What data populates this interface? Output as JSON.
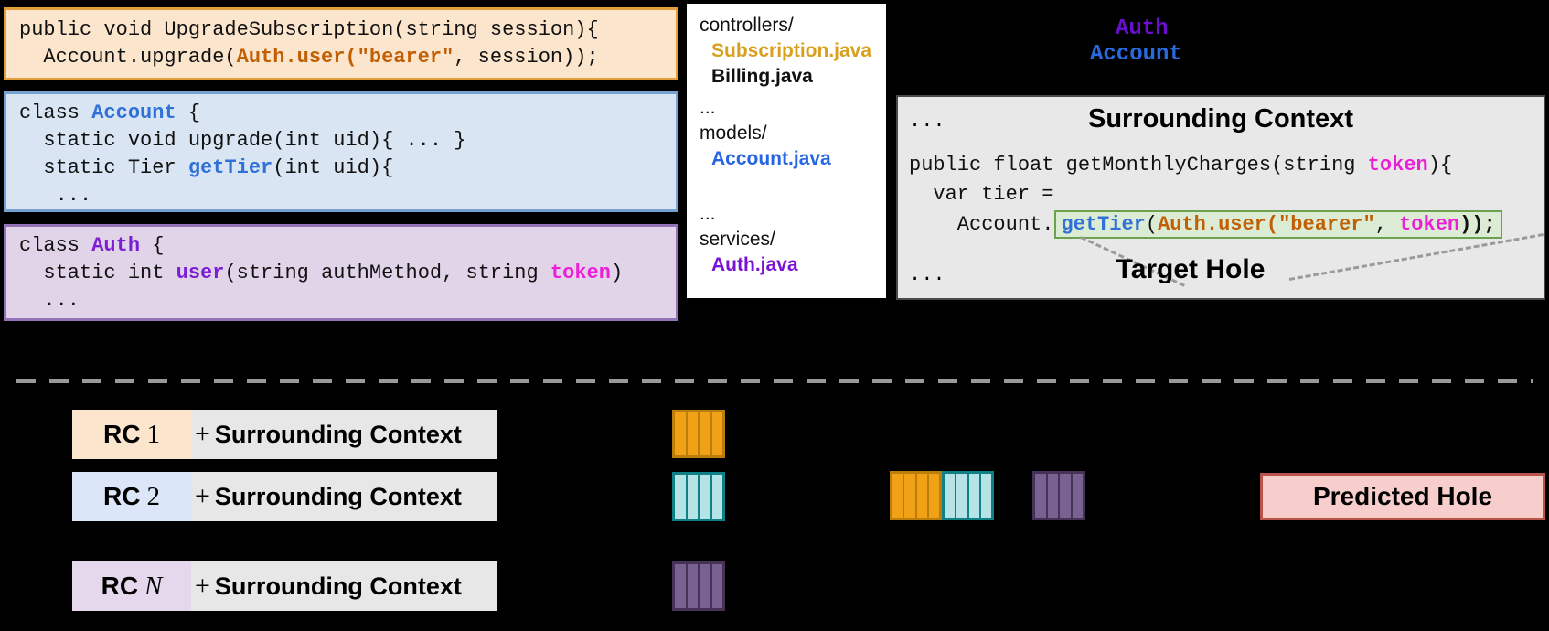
{
  "controller_box": {
    "line1": "public void UpgradeSubscription(string session){",
    "line2_pre": "  Account.upgrade(",
    "line2_highlight": "Auth.user(\"bearer\"",
    "line2_post": ", session));"
  },
  "account_box": {
    "kw_class": "class ",
    "name": "Account",
    "brace": " {",
    "line2": "  static void upgrade(int uid){ ... }",
    "line3_pre": "  static Tier ",
    "line3_method": "getTier",
    "line3_post": "(int uid){",
    "line4": "   ..."
  },
  "auth_box": {
    "kw_class": "class ",
    "name": "Auth",
    "brace": " {",
    "line2_pre": "  static int ",
    "line2_method": "user",
    "line2_mid": "(string authMethod, string ",
    "line2_token": "token",
    "line2_post": ")",
    "line3": "  ..."
  },
  "file_panel": {
    "items": [
      {
        "label": "controllers/"
      },
      {
        "label": "Subscription.java"
      },
      {
        "label": "Billing.java"
      },
      {
        "label": "..."
      },
      {
        "label": "models/"
      },
      {
        "label": "Account.java"
      },
      {
        "label": "..."
      },
      {
        "label": "services/"
      },
      {
        "label": "Auth.java"
      }
    ]
  },
  "class_labels": {
    "auth": "Auth",
    "account": "Account"
  },
  "surrounding": {
    "ellipsis_top": "...",
    "title": "Surrounding Context",
    "line1_pre": "public float getMonthlyCharges(string ",
    "line1_token": "token",
    "line1_post": "){",
    "line2": "  var tier =",
    "line3_pre": "    Account.",
    "hole_method": "getTier",
    "hole_paren": "(",
    "hole_call": "Auth.user(\"bearer\"",
    "hole_comma": ", ",
    "hole_token": "token",
    "hole_close": "));",
    "target_label": "Target Hole",
    "ellipsis_bottom": "..."
  },
  "bottom": {
    "rows": [
      {
        "rc": "RC",
        "num": "1",
        "plus": "+",
        "context": "Surrounding Context"
      },
      {
        "rc": "RC",
        "num": "2",
        "plus": "+",
        "context": "Surrounding Context"
      },
      {
        "rc": "RC",
        "num": "N",
        "plus": "+",
        "context": "Surrounding Context"
      }
    ],
    "predicted_hole": "Predicted Hole"
  },
  "colors": {
    "rc1_fill": "#FCE5CD",
    "rc1_border": "#E39E3C",
    "rc2_fill": "#D9E5F3",
    "rc2_border": "#74A3D1",
    "rcn_fill": "#E2D4E8",
    "rcn_border": "#9372B7",
    "code_orange": "#C15F04",
    "code_blue": "#3071D8",
    "code_purple": "#7A1FD4",
    "code_magenta": "#EB1FD8",
    "file_orange": "#D9A01E",
    "file_blue": "#2666E3",
    "file_purple": "#7A12D4",
    "label_auth": "#6A0FCE",
    "label_account": "#2A6ADF",
    "surrounding_fill": "#E8E8E8",
    "hole_green_fill": "#DCECD4",
    "hole_green_border": "#6CA24D",
    "token_orange_fill": "#F0A115",
    "token_orange_border": "#BD7D0B",
    "token_teal_fill": "#B5E3E6",
    "token_teal_border": "#0E8086",
    "token_purple_fill": "#786292",
    "token_purple_border": "#463157",
    "predicted_fill": "#F7CECB",
    "predicted_border": "#B8544C"
  }
}
